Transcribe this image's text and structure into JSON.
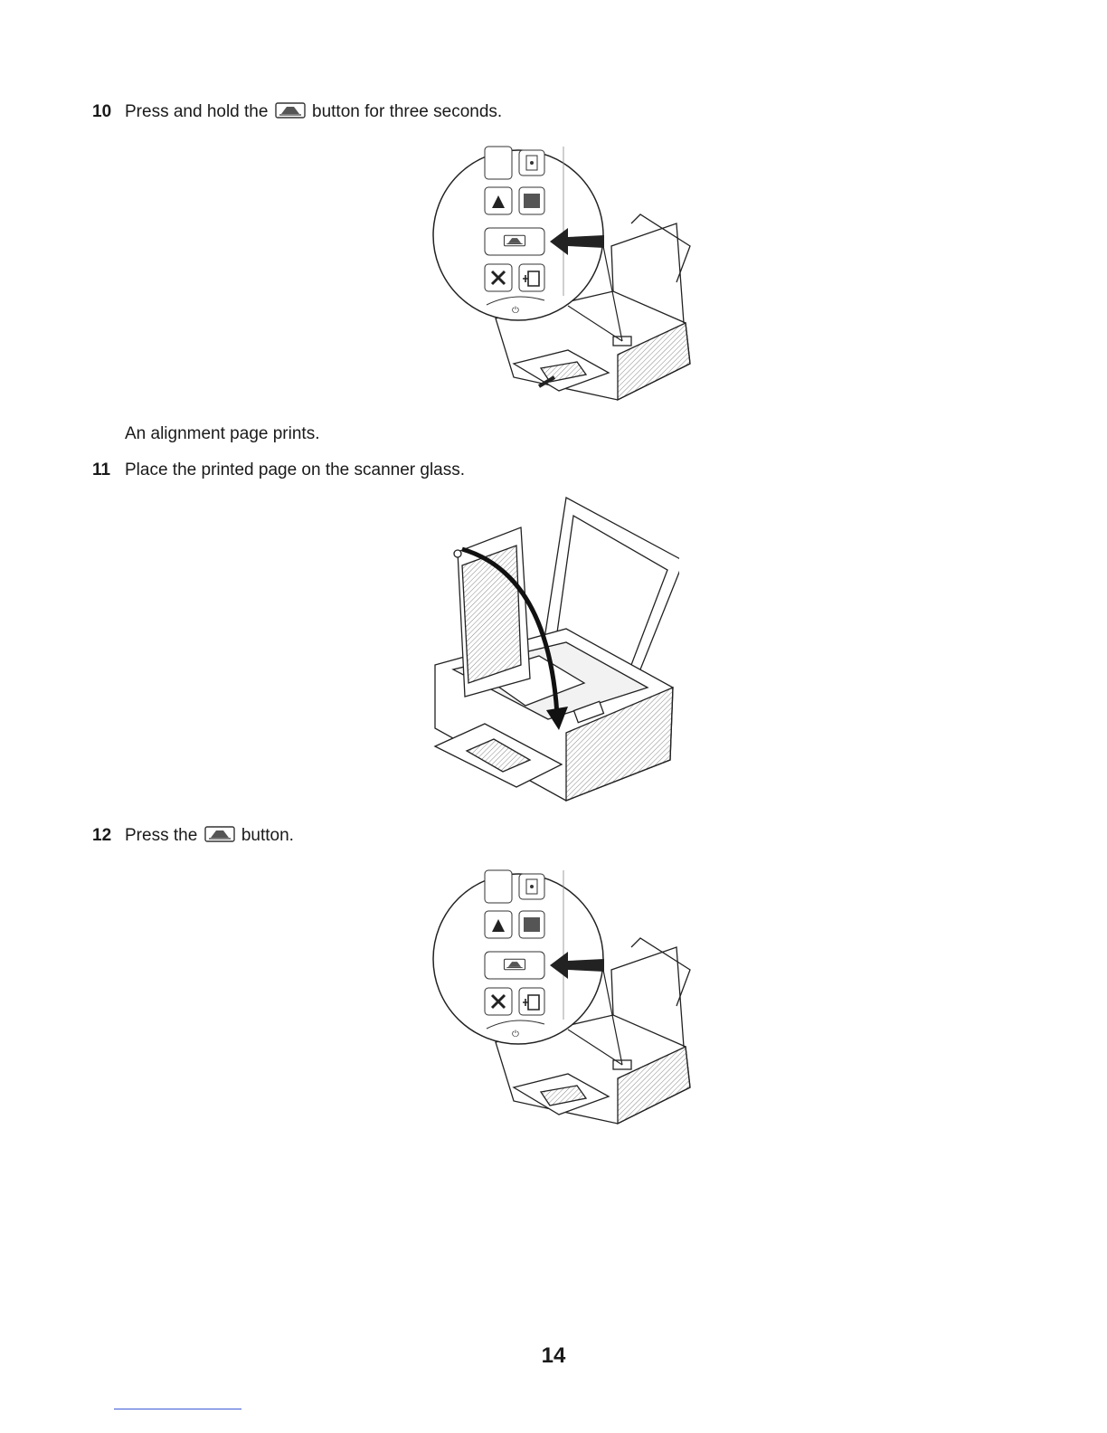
{
  "steps": [
    {
      "number": "10",
      "before": "Press and hold the",
      "icon": "scan-button-icon",
      "after": "button for three seconds."
    },
    {
      "number": "11",
      "before": "Place the printed page on the scanner glass.",
      "icon": "",
      "after": ""
    },
    {
      "number": "12",
      "before": "Press the",
      "icon": "scan-button-icon",
      "after": "button."
    }
  ],
  "note_after_step_10": "An alignment page prints.",
  "page_number": "14",
  "figures": [
    {
      "name": "printer-control-panel-zoom",
      "icon": "printer-illustration"
    },
    {
      "name": "printer-scanner-open",
      "icon": "printer-illustration"
    },
    {
      "name": "printer-control-panel-zoom",
      "icon": "printer-illustration"
    }
  ]
}
